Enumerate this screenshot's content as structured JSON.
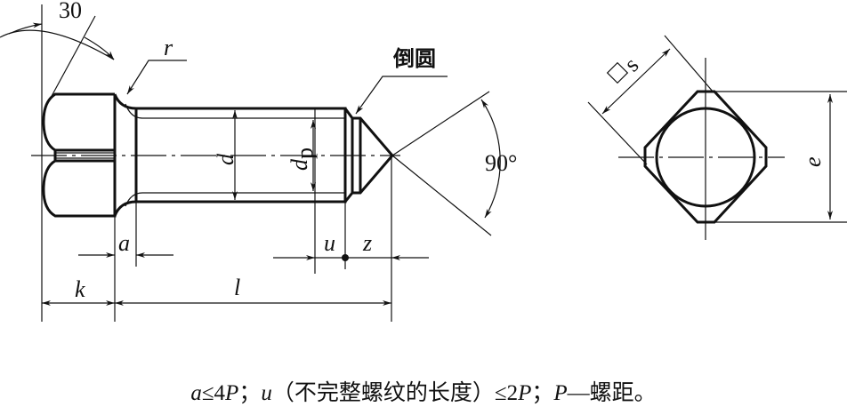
{
  "labels": {
    "angle_head": "30",
    "radius": "r",
    "rounded_end": "倒圆",
    "angle_tip": "90°",
    "diameter": "d",
    "point_diameter_base": "d",
    "point_diameter_sub": "p",
    "a": "a",
    "u": "u",
    "z": "z",
    "k": "k",
    "l": "l",
    "square_size": "s",
    "e": "e"
  },
  "caption": {
    "p1_var": "a",
    "p1_rest": "≤4",
    "p1_P": "P",
    "sep1": "；",
    "p2_var": "u",
    "p2_desc": "（不完整螺纹的长度）≤2",
    "p2_P": "P",
    "sep2": "；",
    "p3_P": "P",
    "p3_desc": "—螺距。"
  }
}
